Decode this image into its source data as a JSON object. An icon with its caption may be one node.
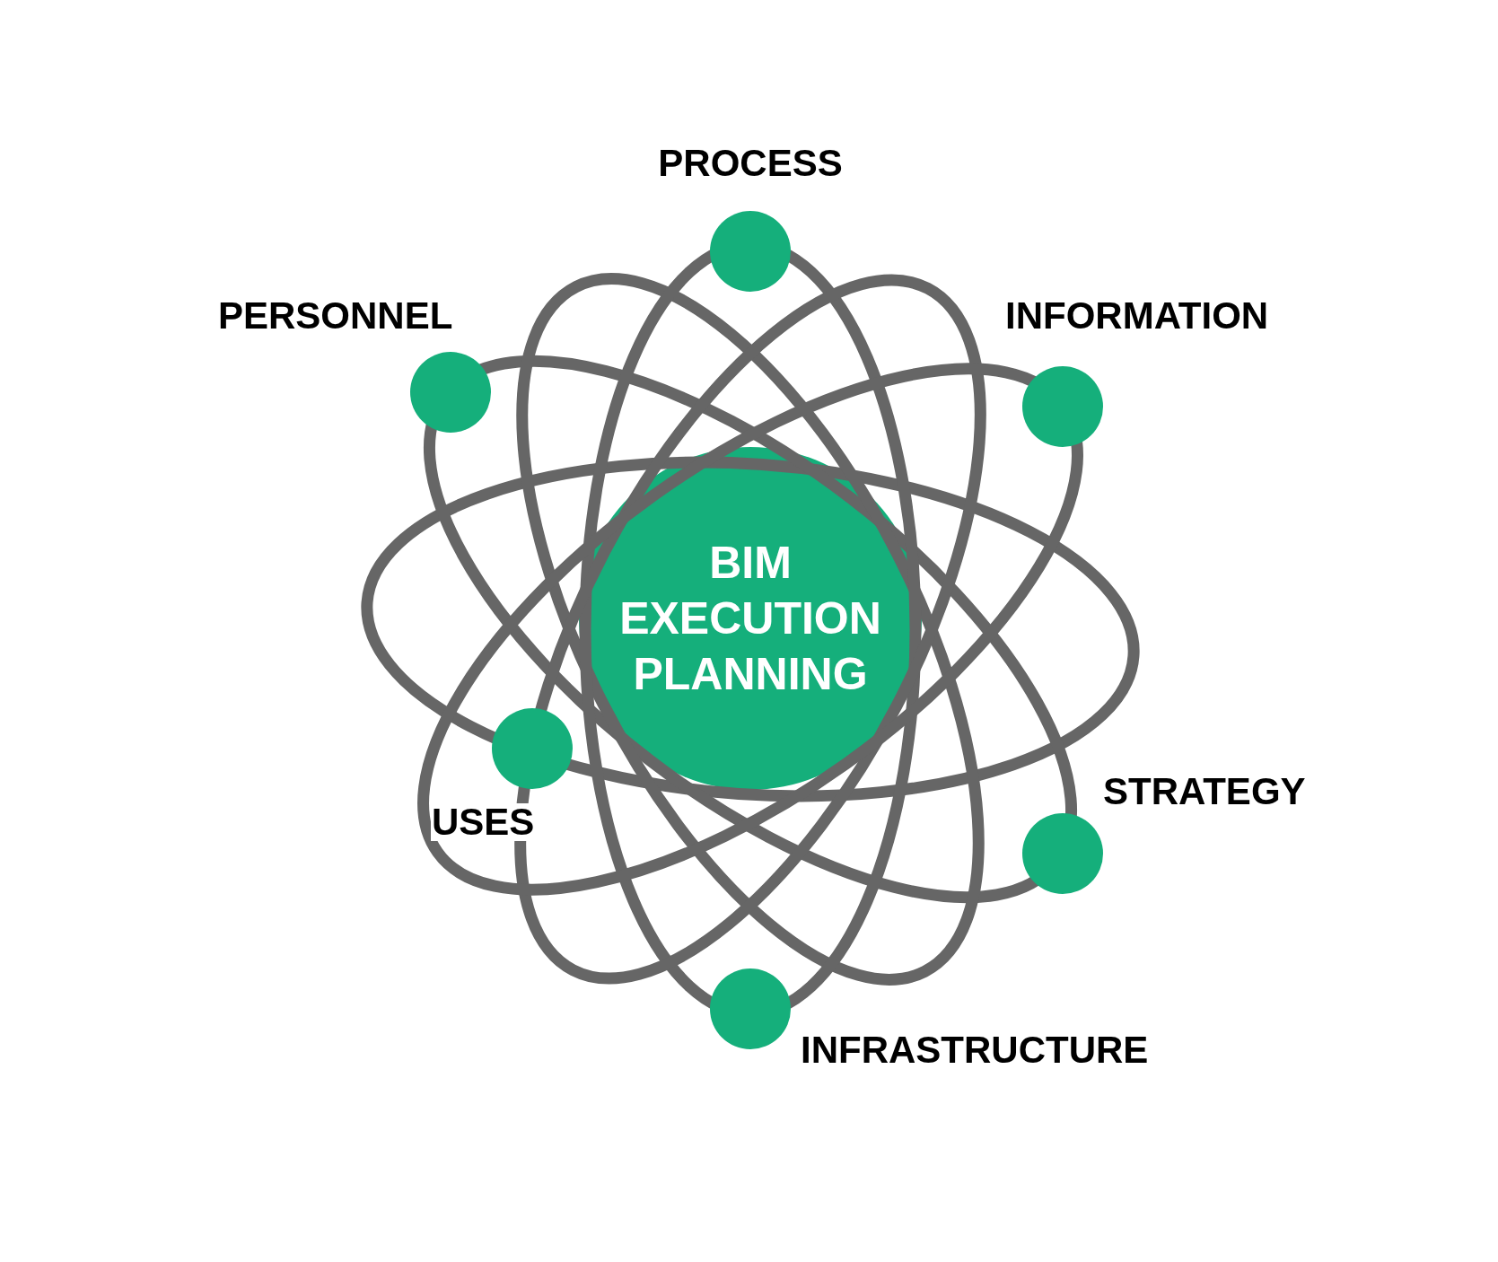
{
  "diagram": {
    "nodes": [
      {
        "text": [],
        "shape": "circle",
        "beside": [
          "PROCESS"
        ]
      },
      {
        "text": [],
        "shape": "circle",
        "beside": [
          "PERSONNEL"
        ]
      },
      {
        "text": [],
        "shape": "circle",
        "beside": [
          "INFORMATION"
        ]
      },
      {
        "text": [
          "BIM EXECUTION PLANNING"
        ]
      },
      {
        "text": [],
        "shape": "circle",
        "beside": [
          "USES"
        ]
      },
      {
        "text": [],
        "shape": "circle",
        "beside": [
          "STRATEGY"
        ]
      },
      {
        "text": [],
        "shape": "circle",
        "beside": [
          "INFRASTRUCTURE"
        ]
      }
    ]
  }
}
